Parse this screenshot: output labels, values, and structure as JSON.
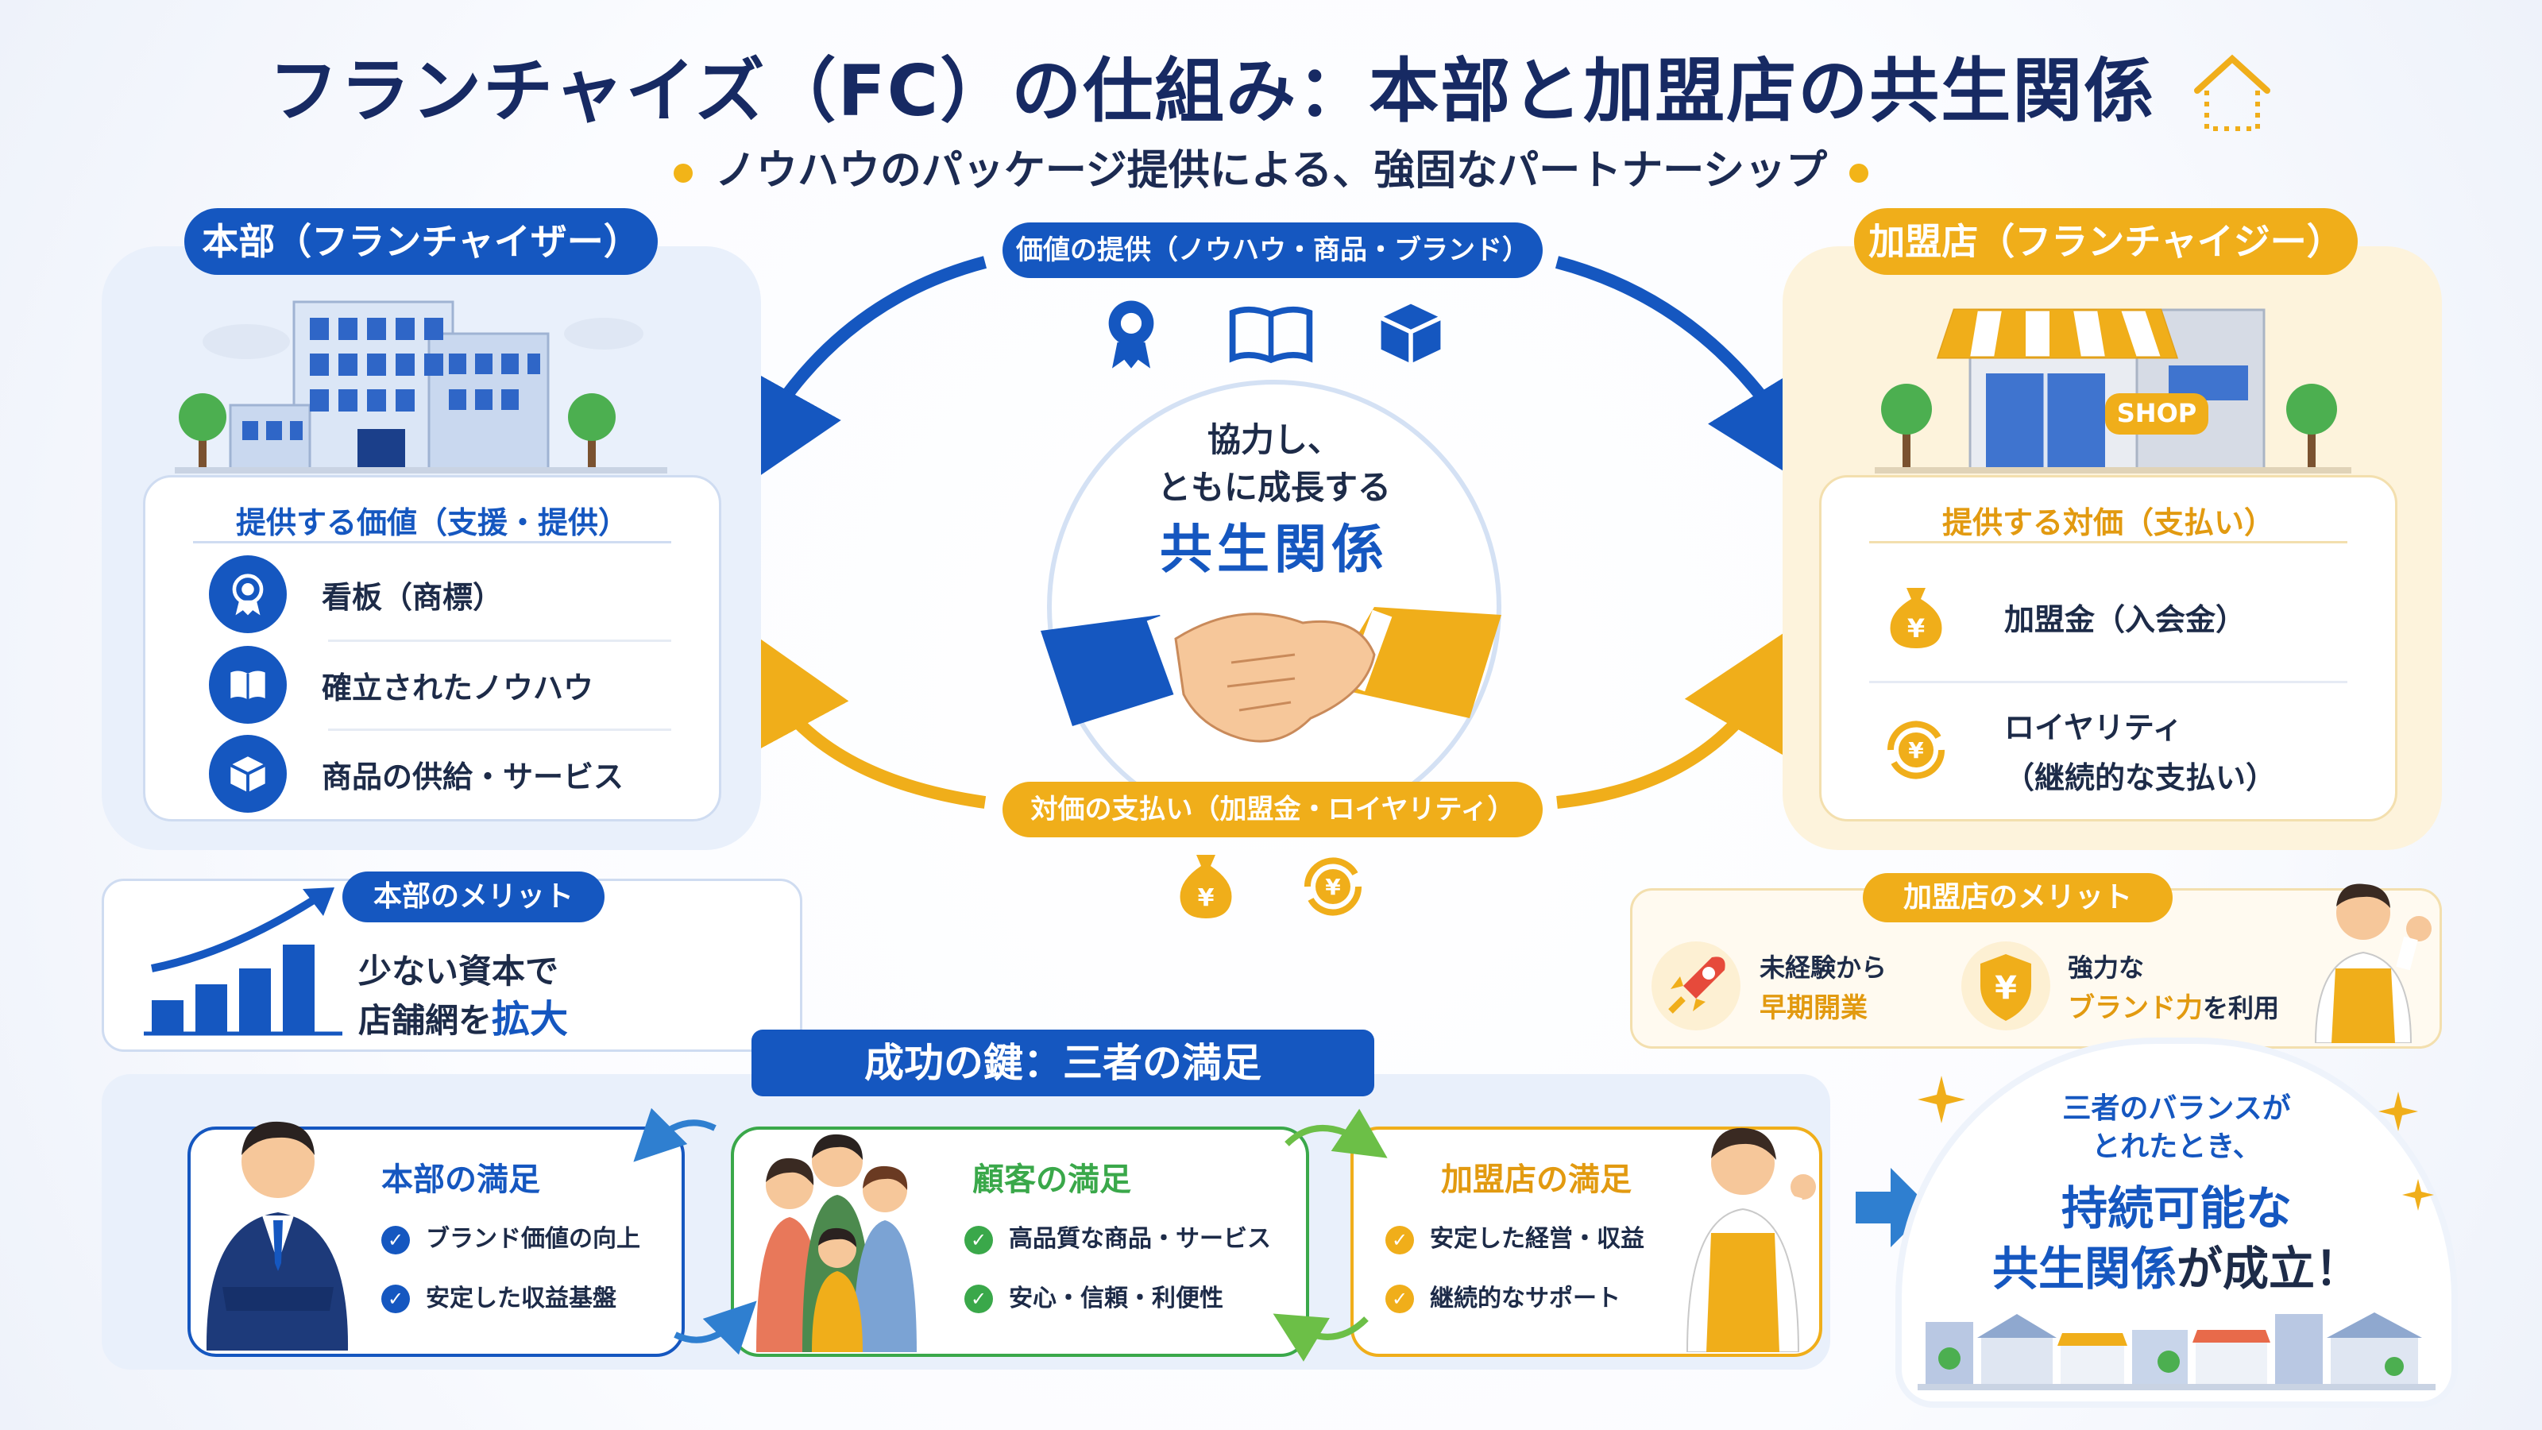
{
  "header": {
    "title": "フランチャイズ（FC）の仕組み：本部と加盟店の共生関係",
    "subtitle": "ノウハウのパッケージ提供による、強固なパートナーシップ"
  },
  "colors": {
    "navy": "#172a63",
    "blue": "#1557c0",
    "gold": "#f0ae1a",
    "light_blue_panel": "#e8effa",
    "light_gold_panel": "#fdf3dc",
    "green": "#3aa84a"
  },
  "headquarters": {
    "title": "本部（フランチャイザー）",
    "section_title": "提供する価値（支援・提供）",
    "items": [
      {
        "icon": "award-icon",
        "label": "看板（商標）"
      },
      {
        "icon": "book-icon",
        "label": "確立されたノウハウ"
      },
      {
        "icon": "box-icon",
        "label": "商品の供給・サービス"
      }
    ]
  },
  "franchisee": {
    "title": "加盟店（フランチャイジー）",
    "shop_sign": "SHOP",
    "section_title": "提供する対価（支払い）",
    "items": [
      {
        "icon": "money-bag-icon",
        "label": "加盟金（入会金）"
      },
      {
        "icon": "recurring-yen-icon",
        "label": "ロイヤリティ",
        "sublabel": "（継続的な支払い）"
      }
    ]
  },
  "center": {
    "value_pill": "価値の提供（ノウハウ・商品・ブランド）",
    "payment_pill": "対価の支払い（加盟金・ロイヤリティ）",
    "line1": "協力し、",
    "line2": "ともに成長する",
    "line3": "共生関係",
    "yen_symbol": "¥"
  },
  "hq_merit": {
    "title": "本部のメリット",
    "line1": "少ない資本で",
    "line2_prefix": "店舗網を",
    "line2_highlight": "拡大"
  },
  "fc_merit": {
    "title": "加盟店のメリット",
    "item1_line1": "未経験から",
    "item1_line2": "早期開業",
    "item2_line1": "強力な",
    "item2_highlight": "ブランド力",
    "item2_suffix": "を利用"
  },
  "success": {
    "title": "成功の鍵：三者の満足",
    "hq": {
      "title": "本部の満足",
      "points": [
        "ブランド価値の向上",
        "安定した収益基盤"
      ]
    },
    "customer": {
      "title": "顧客の満足",
      "points": [
        "高品質な商品・サービス",
        "安心・信頼・利便性"
      ]
    },
    "franchisee": {
      "title": "加盟店の満足",
      "points": [
        "安定した経営・収益",
        "継続的なサポート"
      ]
    }
  },
  "conclusion": {
    "line1": "三者のバランスが",
    "line2": "とれたとき、",
    "line3": "持続可能な",
    "line4_highlight": "共生関係",
    "line4_suffix": "が成立！"
  }
}
